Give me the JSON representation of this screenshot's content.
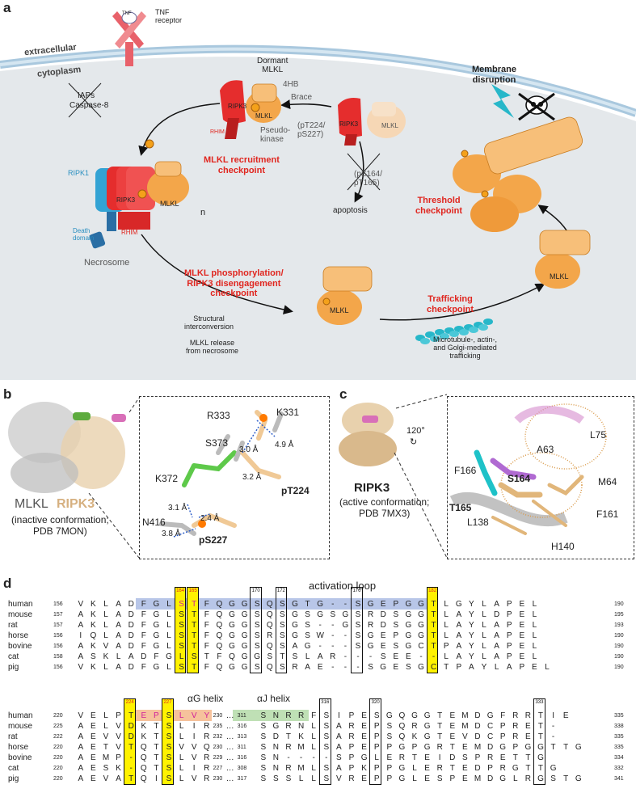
{
  "panels": {
    "a": "a",
    "b": "b",
    "c": "c",
    "d": "d"
  },
  "panel_a": {
    "tnf": "TNF",
    "tnf_receptor": "TNF\nreceptor",
    "extracellular": "extracellular",
    "cytoplasm": "cytoplasm",
    "iaps": "IAPs",
    "caspase8": "Caspase-8",
    "dormant_mlkl": "Dormant\nMLKL",
    "fourhb": "4HB",
    "brace": "Brace",
    "pseudokinase": "Pseudo-\nkinase",
    "rhim": "RHIM",
    "ripk3": "RIPK3",
    "mlkl": "MLKL",
    "p": "P",
    "recruit_checkpoint": "MLKL recruitment\ncheckpoint",
    "pt224": "(pT224/\npS227)",
    "ps164": "(pS164/\npT165)",
    "apoptosis": "apoptosis",
    "ripk1": "RIPK1",
    "death_domain": "Death\ndomain",
    "n": "n",
    "necrosome": "Necrosome",
    "phospho_checkpoint": "MLKL phosphorylation/\nRIPK3 disengagement\ncheckpoint",
    "structural": "Structural\ninterconversion",
    "mlkl_release": "MLKL release\nfrom necrosome",
    "trafficking_checkpoint": "Trafficking\ncheckpoint",
    "trafficking_text": "Microtubule-, actin-,\nand Golgi-mediated\ntrafficking",
    "threshold_checkpoint": "Threshold\ncheckpoint",
    "membrane_disruption": "Membrane\ndisruption"
  },
  "panel_b": {
    "mlkl": "MLKL",
    "ripk3": "RIPK3",
    "conformation": "(inactive conformation;\nPDB 7MON)",
    "labels": {
      "r333": "R333",
      "k331": "K331",
      "s373": "S373",
      "k372": "K372",
      "n416": "N416",
      "pt224": "pT224",
      "ps227": "pS227",
      "d30": "3.0 Å",
      "d49": "4.9 Å",
      "d32": "3.2 Å",
      "d31": "3.1 Å",
      "d24": "2.4 Å",
      "d38": "3.8 Å"
    }
  },
  "panel_c": {
    "rotation": "120°",
    "ripk3": "RIPK3",
    "conformation": "(active conformation;\nPDB 7MX3)",
    "labels": {
      "a63": "A63",
      "l75": "L75",
      "f166": "F166",
      "s164": "S164",
      "m64": "M64",
      "t165": "T165",
      "f161": "F161",
      "l138": "L138",
      "h140": "H140"
    }
  },
  "panel_d": {
    "activation_loop": "activation loop",
    "ag_helix": "αG helix",
    "aj_helix": "αJ helix",
    "block1": {
      "boxes": [
        "164",
        "165",
        "170",
        "172",
        "176",
        "182"
      ],
      "rows": [
        {
          "species": "human",
          "start": "156",
          "seq": "VKLADFGLSTFQGGSQSGTG--SGEPGGTLGYLAPEL",
          "end": "190"
        },
        {
          "species": "mouse",
          "start": "157",
          "seq": "AKLADFGLSTFQGGSQSGSGSGSRDSGGTLAYLDPEL",
          "end": "195"
        },
        {
          "species": "rat",
          "start": "157",
          "seq": "AKLADFGLSTFQGGSQSGS--GSRDSGGTLAYLAPEL",
          "end": "193"
        },
        {
          "species": "horse",
          "start": "156",
          "seq": "IQLADFGLSTFQGGSRSGSW--SGEPGGTLAYLAPEL",
          "end": "190"
        },
        {
          "species": "bovine",
          "start": "156",
          "seq": "AKVADFGLSTFQGGSQSAG---SGESGCTPAYLAPEL",
          "end": "190"
        },
        {
          "species": "cat",
          "start": "158",
          "seq": "ASKLADFGLSTFQGGSTSLAR---SEE--LAYLAPEL",
          "end": "190"
        },
        {
          "species": "pig",
          "start": "156",
          "seq": "VKLADFGLSTFQGGSQSRAE---SGESGCTPAYLAPEL",
          "end": "190"
        }
      ]
    },
    "block2": {
      "boxes": [
        "224",
        "227",
        "316",
        "320",
        "333"
      ],
      "rows": [
        {
          "species": "human",
          "start": "220",
          "seq1": "VELPTEPSLVY",
          "mid1": "230",
          "ell": "…",
          "mid2": "311",
          "seq2": "SNRRFSIPESGQGGTEMDGFRRTIE",
          "end": "335"
        },
        {
          "species": "mouse",
          "start": "225",
          "seq1": "AELVDKTSLIR",
          "mid1": "235",
          "ell": "…",
          "mid2": "316",
          "seq2": "SGRNLSAREPSQRGTEMDCPRET-",
          "end": "338"
        },
        {
          "species": "rat",
          "start": "222",
          "seq1": "AEVVDKTSLIR",
          "mid1": "232",
          "ell": "…",
          "mid2": "313",
          "seq2": "SDTKLSAREPSQKGTEVDCPRET-",
          "end": "335"
        },
        {
          "species": "horse",
          "start": "220",
          "seq1": "AETVTQTSVVQ",
          "mid1": "230",
          "ell": "…",
          "mid2": "311",
          "seq2": "SNRMLSAPEPPGPGRTEMDGPGGTTG",
          "end": "335"
        },
        {
          "species": "bovine",
          "start": "220",
          "seq1": "AEMP-QTSLVR",
          "mid1": "229",
          "ell": "…",
          "mid2": "316",
          "seq2": "SN----SPGLERTEIDSPRETTG",
          "end": "334"
        },
        {
          "species": "cat",
          "start": "220",
          "seq1": "AESK-QTSLIR",
          "mid1": "227",
          "ell": "…",
          "mid2": "308",
          "seq2": "SNRMLSAPKPPGLERTEDPRGTTG",
          "end": "332"
        },
        {
          "species": "pig",
          "start": "220",
          "seq1": "AEVATQISLVR",
          "mid1": "230",
          "ell": "…",
          "mid2": "317",
          "seq2": "SSSLLSVREPPGLESPEMDGLRGSTG",
          "end": "341"
        }
      ]
    }
  },
  "colors": {
    "ripk3": "#e52d2d",
    "ripk1": "#33a3d4",
    "mlkl": "#f3a64a",
    "membrane": "#a9c8de",
    "cytoplasm": "#e6eaed",
    "highlight_yellow": "#fff200",
    "activation_loop": "#b8c6e8",
    "ag_helix": "#f6c29c",
    "aj_helix": "#bfe0b5"
  }
}
